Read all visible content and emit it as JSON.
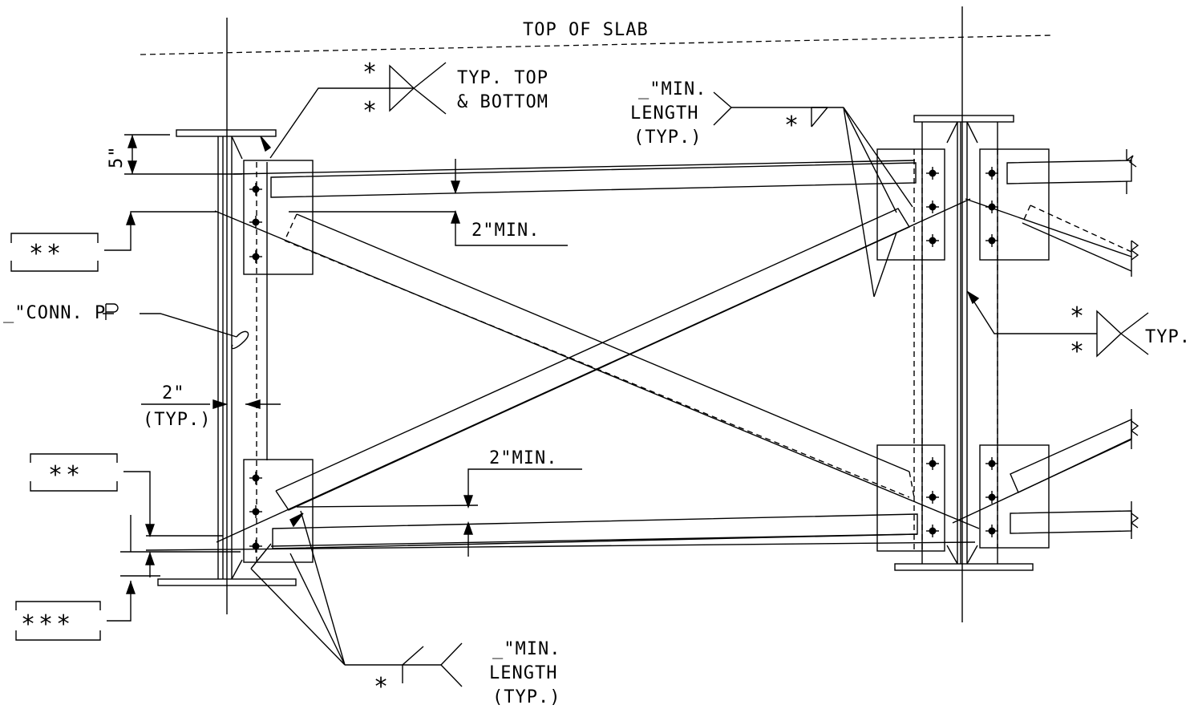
{
  "labels": {
    "top_of_slab": "TOP OF SLAB",
    "typ_top_1": "TYP. TOP",
    "typ_top_2": "& BOTTOM",
    "min_length_1": "_\"MIN.",
    "min_length_2": "LENGTH",
    "min_length_3": "(TYP.)",
    "five_in": "5\"",
    "two_min": "2\"MIN.",
    "conn_pl": "_\"CONN. P",
    "two_typ_1": "2\"",
    "two_typ_2": "(TYP.)",
    "typ_right": "TYP.",
    "double_star": "**",
    "triple_star": "***",
    "weld_star": "*"
  }
}
